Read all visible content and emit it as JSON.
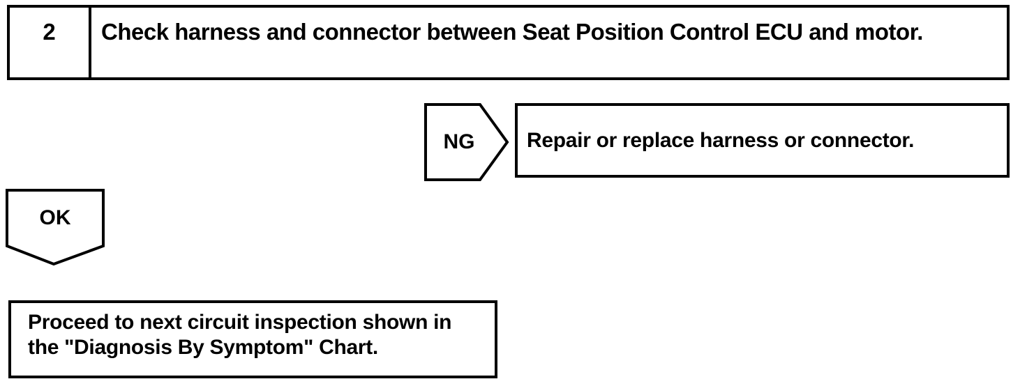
{
  "page": {
    "paper_color": "#ffffff",
    "ink_color": "#000000"
  },
  "flowchart": {
    "step": {
      "number": "2",
      "instruction": "Check harness and connector between Seat Position Control ECU and motor."
    },
    "ng_branch": {
      "label": "NG",
      "action": "Repair or replace harness or connector."
    },
    "ok_branch": {
      "label": "OK",
      "action": "Proceed to next circuit inspection shown in the \"Diagnosis By Symptom\" Chart."
    }
  }
}
